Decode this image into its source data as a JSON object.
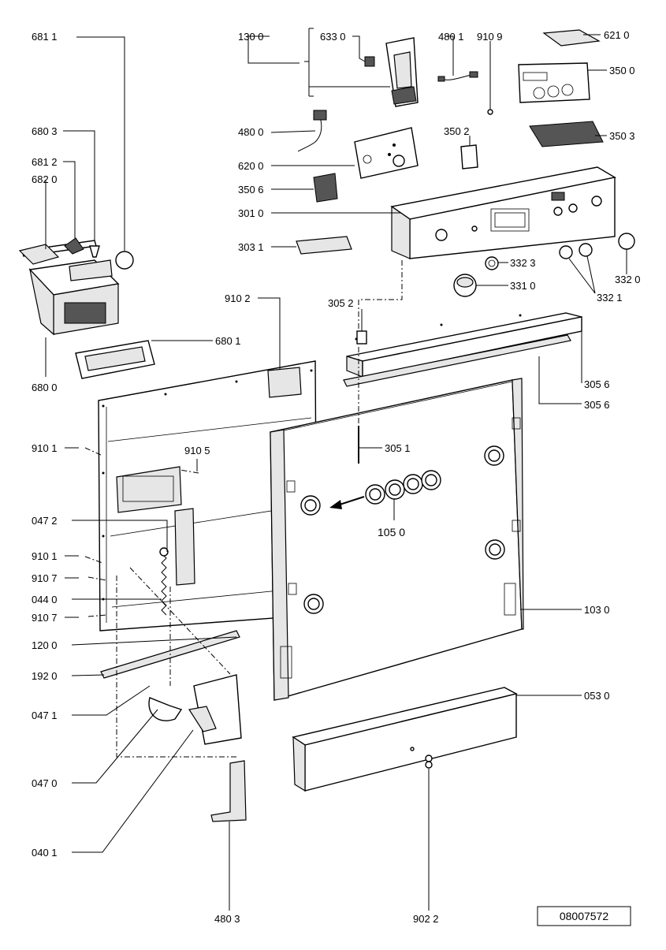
{
  "labels": {
    "l6811": "681 1",
    "l1300": "130 0",
    "l6330": "633 0",
    "l4801": "480 1",
    "l9109": "910 9",
    "l6210": "621 0",
    "l3500": "350 0",
    "l6803": "680 3",
    "l4800": "480 0",
    "l3502": "350 2",
    "l3503": "350 3",
    "l6812": "681 2",
    "l6820": "682 0",
    "l6200": "620 0",
    "l3506": "350 6",
    "l3010": "301 0",
    "l3031": "303 1",
    "l3323": "332 3",
    "l3310": "331 0",
    "l3320": "332 0",
    "l3321": "332 1",
    "l9102": "910 2",
    "l3052": "305 2",
    "l6801": "680 1",
    "l6800": "680 0",
    "l3056a": "305 6",
    "l3056b": "305 6",
    "l9101a": "910 1",
    "l9105": "910 5",
    "l3051": "305 1",
    "l0472": "047 2",
    "l1050": "105 0",
    "l9101b": "910 1",
    "l9107a": "910 7",
    "l0440": "044 0",
    "l9107b": "910 7",
    "l1030": "103 0",
    "l1200": "120 0",
    "l1920": "192 0",
    "l0530": "053 0",
    "l0471": "047 1",
    "l0470": "047 0",
    "l0401": "040 1",
    "l4803": "480 3",
    "l9022": "902 2"
  },
  "drawing_number": "08007572"
}
